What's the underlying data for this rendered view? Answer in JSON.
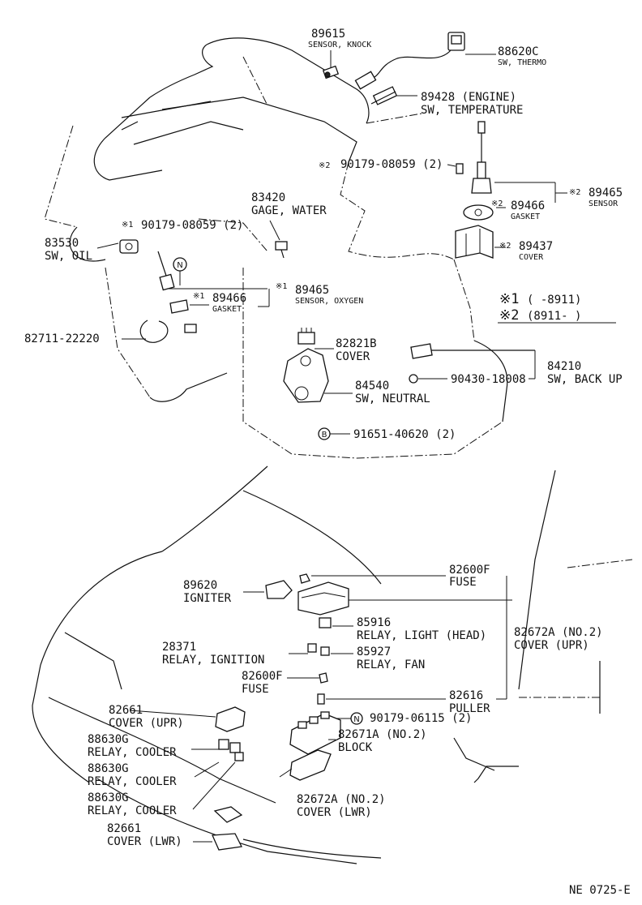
{
  "callouts": [
    {
      "id": "knock",
      "part": "89615",
      "desc": "SENSOR, KNOCK"
    },
    {
      "id": "thermo",
      "part": "88620C",
      "desc": "SW, THERMO"
    },
    {
      "id": "temp",
      "part": "89428 (ENGINE)",
      "desc": "SW, TEMPERATURE"
    },
    {
      "id": "bolt2",
      "part": "90179-08059 (2)",
      "mark": "※2"
    },
    {
      "id": "sensor2",
      "part": "89465",
      "desc": "SENSOR",
      "mark": "※2"
    },
    {
      "id": "gasket2",
      "part": "89466",
      "desc": "GASKET",
      "mark": "※2"
    },
    {
      "id": "cover2",
      "part": "89437",
      "desc": "COVER",
      "mark": "※2"
    },
    {
      "id": "gage",
      "part": "83420",
      "desc": "GAGE, WATER"
    },
    {
      "id": "bolt1",
      "part": "90179-08059 (2)",
      "mark": "※1"
    },
    {
      "id": "oil",
      "part": "83530",
      "desc": "SW, OIL"
    },
    {
      "id": "gasket1",
      "part": "89466",
      "desc": "GASKET",
      "mark": "※1"
    },
    {
      "id": "oxygen",
      "part": "89465",
      "desc": "SENSOR, OXYGEN",
      "mark": "※1"
    },
    {
      "id": "band",
      "part": "82711-22220"
    },
    {
      "id": "cover821",
      "part": "82821B",
      "desc": "COVER"
    },
    {
      "id": "backup",
      "part": "84210",
      "desc": "SW, BACK UP"
    },
    {
      "id": "plug",
      "part": "90430-18008"
    },
    {
      "id": "neutral",
      "part": "84540",
      "desc": "SW, NEUTRAL"
    },
    {
      "id": "bolt3",
      "part": "91651-40620 (2)"
    },
    {
      "id": "fuse1",
      "part": "82600F",
      "desc": "FUSE"
    },
    {
      "id": "igniter",
      "part": "89620",
      "desc": "IGNITER"
    },
    {
      "id": "relayhead",
      "part": "85916",
      "desc": "RELAY, LIGHT (HEAD)"
    },
    {
      "id": "coverupr2",
      "part": "82672A (NO.2)",
      "desc": "COVER (UPR)"
    },
    {
      "id": "ignition",
      "part": "28371",
      "desc": "RELAY, IGNITION"
    },
    {
      "id": "relayfan",
      "part": "85927",
      "desc": "RELAY, FAN"
    },
    {
      "id": "fuse2",
      "part": "82600F",
      "desc": "FUSE"
    },
    {
      "id": "puller",
      "part": "82616",
      "desc": "PULLER"
    },
    {
      "id": "coverupr",
      "part": "82661",
      "desc": "COVER (UPR)"
    },
    {
      "id": "nut",
      "part": "90179-06115 (2)"
    },
    {
      "id": "cooler1",
      "part": "88630G",
      "desc": "RELAY, COOLER"
    },
    {
      "id": "block",
      "part": "82671A (NO.2)",
      "desc": "BLOCK"
    },
    {
      "id": "cooler2",
      "part": "88630G",
      "desc": "RELAY, COOLER"
    },
    {
      "id": "coverlwr2",
      "part": "82672A (NO.2)",
      "desc": "COVER (LWR)"
    },
    {
      "id": "cooler3",
      "part": "88630G",
      "desc": "RELAY, COOLER"
    },
    {
      "id": "coverlwr",
      "part": "82661",
      "desc": "COVER (LWR)"
    }
  ],
  "legend": {
    "row1_mark": "※1",
    "row1_text": "(      -8911)",
    "row2_mark": "※2",
    "row2_text": "(8911-      )"
  },
  "symbols": {
    "n": "N",
    "b": "B"
  },
  "figure_code": "NE 0725-E"
}
